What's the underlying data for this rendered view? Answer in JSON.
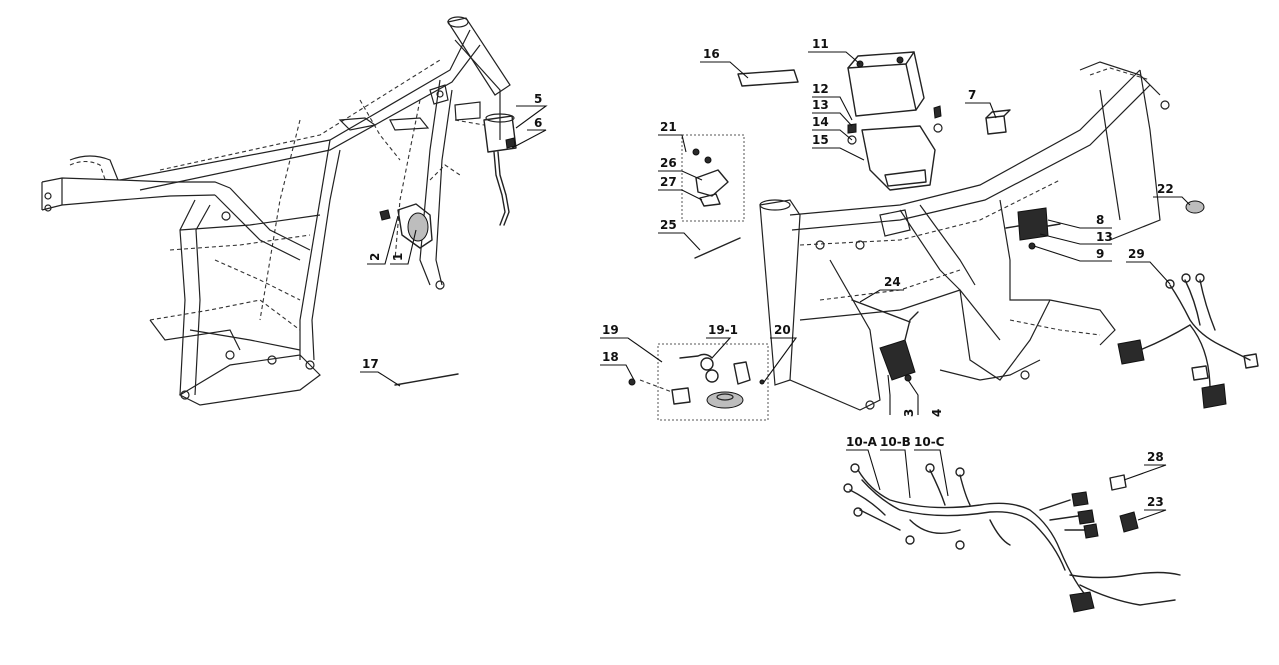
{
  "callouts": {
    "c1": "1",
    "c2": "2",
    "c3": "3",
    "c4": "4",
    "c5": "5",
    "c6": "6",
    "c7": "7",
    "c8": "8",
    "c9": "9",
    "c10a": "10-A",
    "c10b": "10-B",
    "c10c": "10-C",
    "c11": "11",
    "c12": "12",
    "c13a": "13",
    "c13b": "13",
    "c14": "14",
    "c15": "15",
    "c16": "16",
    "c17": "17",
    "c18": "18",
    "c19": "19",
    "c19_1": "19-1",
    "c20": "20",
    "c21": "21",
    "c22": "22",
    "c23": "23",
    "c24": "24",
    "c25": "25",
    "c26": "26",
    "c27": "27",
    "c28": "28",
    "c29": "29"
  }
}
